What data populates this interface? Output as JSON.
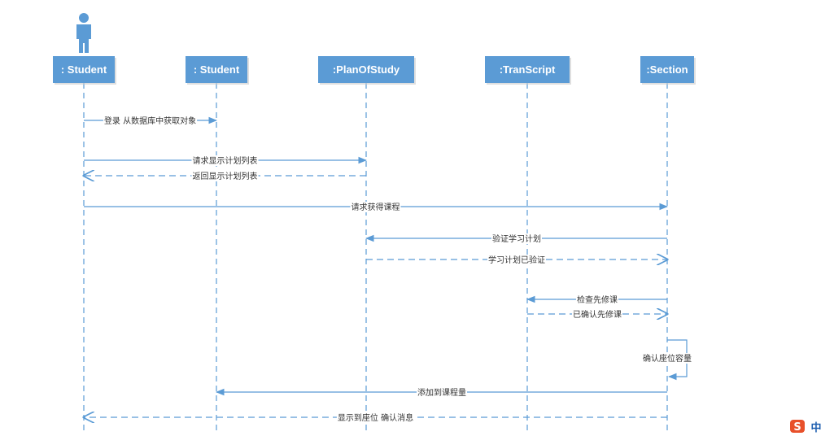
{
  "colors": {
    "box_fill": "#5B9BD5",
    "line": "#5B9BD5",
    "label_text": "#333333",
    "box_text": "#ffffff",
    "ime_red": "#E8502A",
    "ime_blue": "#1F5FB0"
  },
  "actor_icon": "person-icon",
  "objects": [
    {
      "id": "student1",
      "label": ":  Student"
    },
    {
      "id": "student2",
      "label": ":  Student"
    },
    {
      "id": "plan",
      "label": ":PlanOfStudy"
    },
    {
      "id": "transcript",
      "label": ":TranScript"
    },
    {
      "id": "section",
      "label": ":Section"
    }
  ],
  "messages": [
    {
      "label": "登录 从数据库中获取对象",
      "from": "student1",
      "to": "student2",
      "kind": "sync"
    },
    {
      "label": "请求显示计划列表",
      "from": "student1",
      "to": "plan",
      "kind": "sync"
    },
    {
      "label": "返回显示计划列表",
      "from": "plan",
      "to": "student1",
      "kind": "return"
    },
    {
      "label": "请求获得课程",
      "from": "student1",
      "to": "section",
      "kind": "sync"
    },
    {
      "label": "验证学习计划",
      "from": "section",
      "to": "plan",
      "kind": "sync"
    },
    {
      "label": "学习计划已验证",
      "from": "plan",
      "to": "section",
      "kind": "return"
    },
    {
      "label": "检查先修课",
      "from": "section",
      "to": "transcript",
      "kind": "sync"
    },
    {
      "label": "已确认先修课",
      "from": "transcript",
      "to": "section",
      "kind": "return"
    },
    {
      "label": "确认座位容量",
      "from": "section",
      "to": "section",
      "kind": "self"
    },
    {
      "label": "添加到课程量",
      "from": "section",
      "to": "student2",
      "kind": "sync"
    },
    {
      "label": "显示到座位 确认消息",
      "from": "section",
      "to": "student1",
      "kind": "return"
    }
  ],
  "ime_badge": {
    "icon": "sogou-s-icon",
    "text": "中"
  }
}
